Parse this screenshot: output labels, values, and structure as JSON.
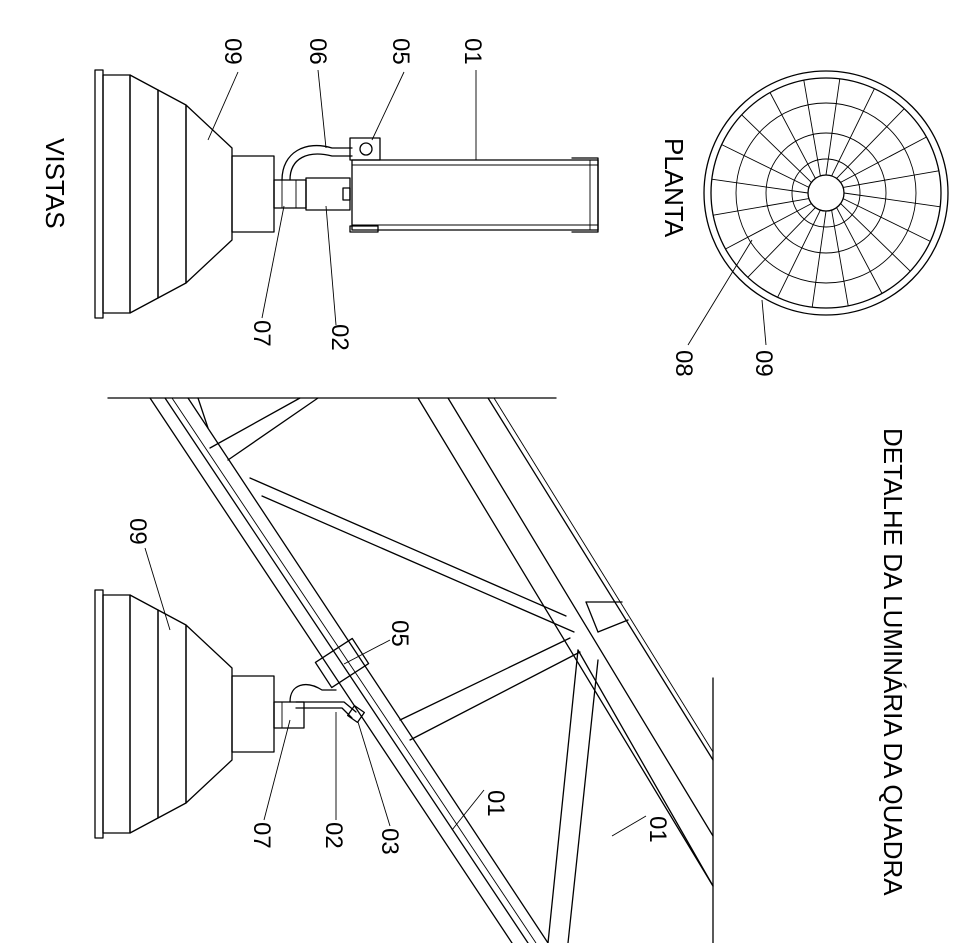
{
  "sheet": {
    "title": "DETALHE DA LUMINÁRIA DA QUADRA",
    "views": {
      "vistas": "VISTAS",
      "planta": "PLANTA"
    }
  },
  "labels": {
    "vistas": {
      "l01": "01",
      "l05": "05",
      "l06": "06",
      "l09": "09",
      "l07": "07",
      "l02": "02"
    },
    "planta": {
      "l09": "09",
      "l08": "08"
    },
    "detail": {
      "l09": "09",
      "l05": "05",
      "l07": "07",
      "l02": "02",
      "l03": "03",
      "l01a": "01",
      "l01b": "01"
    }
  }
}
